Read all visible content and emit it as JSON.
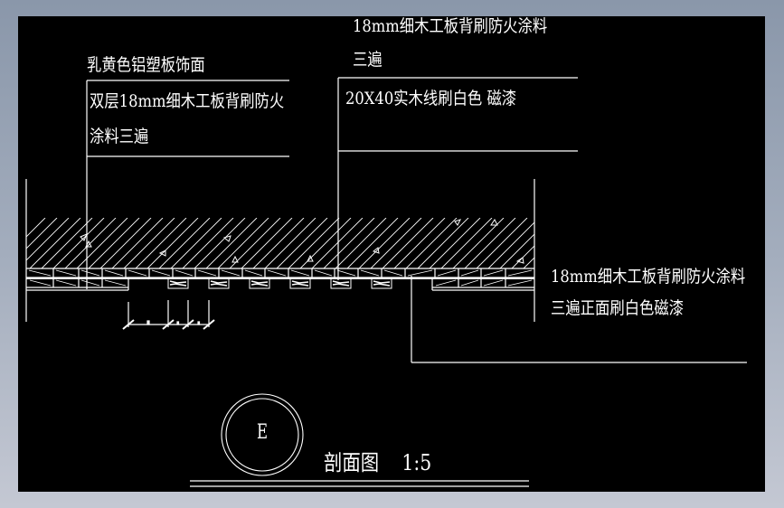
{
  "drawing": {
    "background_color": "#000000",
    "line_color": "#ffffff",
    "annotations": {
      "top_left_heading": "乳黄色铝塑板饰面",
      "left_note_line1": "双层18mm细木工板背刷防火",
      "left_note_line2": "涂料三遍",
      "top_center_line1": "18mm细木工板背刷防火涂料",
      "top_center_line2": "三遍",
      "center_note": "20X40实木线刷白色 磁漆",
      "right_note_line1": "18mm细木工板背刷防火涂料",
      "right_note_line2": "三遍正面刷白色磁漆"
    },
    "section_marker": {
      "letter": "E",
      "title": "剖面图",
      "scale": "1:5"
    }
  }
}
